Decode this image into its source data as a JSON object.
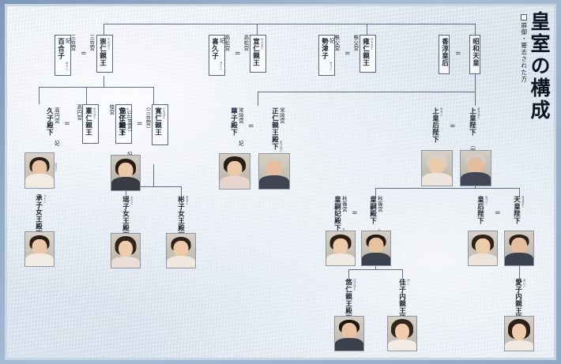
{
  "title": {
    "main": "皇室の構成",
    "legend_text": "崩御・薨去された方",
    "legend_symbol": "□"
  },
  "generation_1": [
    {
      "id": "mikasa-takahito",
      "house": "三笠宮",
      "ruby": "たかひと",
      "name": "崇仁親王",
      "deceased": true
    },
    {
      "id": "mikasa-yuriko",
      "house": "三笠宮",
      "title": "妃",
      "ruby": "ゆりこ",
      "name": "百合子",
      "deceased": true
    },
    {
      "id": "takamatsu-nobuhito",
      "house": "高松宮",
      "ruby": "のぶひと",
      "name": "宣仁親王",
      "deceased": true
    },
    {
      "id": "takamatsu-kikuko",
      "house": "高松宮",
      "title": "妃",
      "ruby": "きくこ",
      "name": "喜久子",
      "deceased": true
    },
    {
      "id": "chichibu-yasuhito",
      "house": "秩父宮",
      "ruby": "やすひと",
      "name": "雍仁親王",
      "deceased": true
    },
    {
      "id": "chichibu-setsuko",
      "house": "秩父宮",
      "title": "妃",
      "ruby": "せつこ",
      "name": "勢津子",
      "deceased": true
    },
    {
      "id": "showa-tenno",
      "name": "昭和天皇",
      "deceased": true
    },
    {
      "id": "kojun-kogo",
      "name": "香淳皇后",
      "deceased": true
    }
  ],
  "generation_2": [
    {
      "id": "takamado-hisako",
      "house": "高円宮",
      "title": "妃",
      "ruby": "ひさこ",
      "name": "久子殿下",
      "deceased": false,
      "photo": true
    },
    {
      "id": "takamado-norihito",
      "house": "高円宮",
      "ruby": "のりひと",
      "name": "憲仁親王",
      "deceased": true
    },
    {
      "id": "katsura-yoshihito",
      "house": "桂宮",
      "ruby": "よしひと",
      "name": "宜仁親王",
      "deceased": true
    },
    {
      "id": "mikasa-nobuko",
      "house": "（三笠宮）",
      "title": "妃",
      "ruby": "のぶこ",
      "name": "信子殿下",
      "deceased": false,
      "photo": true
    },
    {
      "id": "mikasa-tomohito",
      "house": "（三笠宮）",
      "ruby": "ともひと",
      "name": "寛仁親王",
      "deceased": true
    },
    {
      "id": "hitachi-hanako",
      "house": "常陸宮",
      "title": "妃",
      "ruby": "はなこ",
      "name": "華子殿下",
      "deceased": false,
      "photo": true
    },
    {
      "id": "hitachi-masahito",
      "house": "常陸宮",
      "ruby": "まさひと",
      "name": "正仁親王殿下",
      "deceased": false,
      "photo": true
    },
    {
      "id": "joko-michiko",
      "name": "上皇后陛下",
      "ruby": "みちこ",
      "paren_name": "（美智子）",
      "deceased": false,
      "photo": true
    },
    {
      "id": "joko-akihito",
      "name": "上皇陛下",
      "ruby": "あきひと",
      "paren_name": "（明仁）",
      "deceased": false,
      "photo": true
    }
  ],
  "generation_3": [
    {
      "id": "tsuguko",
      "ruby": "つぐこ",
      "name": "承子女王殿下",
      "photo": true
    },
    {
      "id": "yoko",
      "ruby": "ようこ",
      "name": "瑶子女王殿下",
      "photo": true
    },
    {
      "id": "akiko",
      "ruby": "あきこ",
      "name": "彬子女王殿下",
      "photo": true
    },
    {
      "id": "kiko",
      "house": "秋篠宮",
      "name": "皇嗣妃殿下",
      "ruby": "きこ",
      "paren_name": "（紀子）",
      "photo": true
    },
    {
      "id": "fumihito",
      "house": "秋篠宮",
      "name": "皇嗣殿下",
      "ruby": "ふみひと",
      "paren_name": "（文仁）",
      "photo": true
    },
    {
      "id": "masako",
      "name": "皇后陛下",
      "ruby": "まさこ",
      "paren_name": "（雅子）",
      "photo": true
    },
    {
      "id": "naruhito",
      "name": "天皇陛下",
      "ruby": "なるひと",
      "paren_name": "（徳仁）",
      "photo": true
    }
  ],
  "generation_4": [
    {
      "id": "hisahito",
      "ruby": "ひさひと",
      "name": "悠仁親王殿下",
      "photo": true
    },
    {
      "id": "kako",
      "ruby": "かこ",
      "name": "佳子内親王殿下",
      "photo": true
    },
    {
      "id": "aiko",
      "ruby": "あいこ",
      "name": "愛子内親王殿下",
      "photo": true
    }
  ],
  "colors": {
    "line": "#5f6f86",
    "frame": "#8fa8c4",
    "paper": "#e7edf4",
    "text": "#1a2330"
  }
}
